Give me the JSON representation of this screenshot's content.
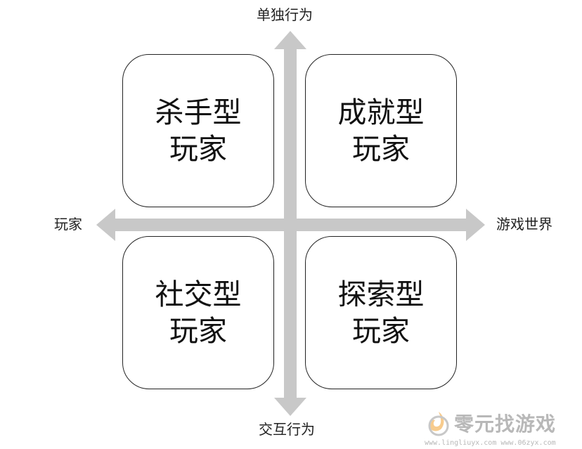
{
  "axes": {
    "top": "单独行为",
    "bottom": "交互行为",
    "left": "玩家",
    "right": "游戏世界"
  },
  "quadrants": {
    "top_left": {
      "line1": "杀手型",
      "line2": "玩家"
    },
    "top_right": {
      "line1": "成就型",
      "line2": "玩家"
    },
    "bottom_left": {
      "line1": "社交型",
      "line2": "玩家"
    },
    "bottom_right": {
      "line1": "探索型",
      "line2": "玩家"
    }
  },
  "colors": {
    "axis": "#c8c8c8",
    "border": "#222222",
    "watermark": "#b8b8b8",
    "logo_orange": "#f0a030"
  },
  "watermark": {
    "title": "零元找游戏",
    "subtitle": "www.lingliuyx.com  www.06zyx.com"
  }
}
